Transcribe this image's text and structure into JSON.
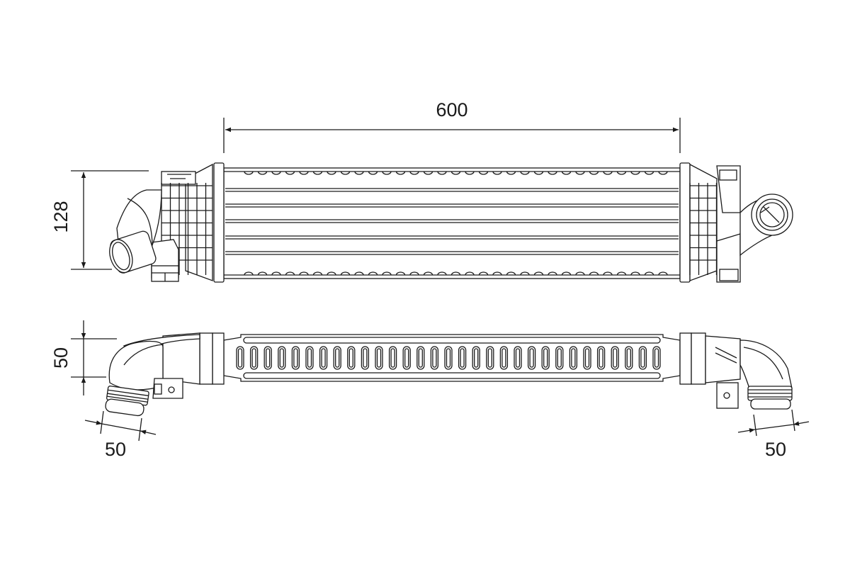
{
  "drawing": {
    "subject": "intercooler",
    "colors": {
      "line": "#1a1a1a",
      "background": "#ffffff"
    },
    "dimensions": {
      "core_width": "600",
      "height": "128",
      "depth": "50",
      "inlet_diameter": "50",
      "outlet_diameter": "50"
    }
  }
}
